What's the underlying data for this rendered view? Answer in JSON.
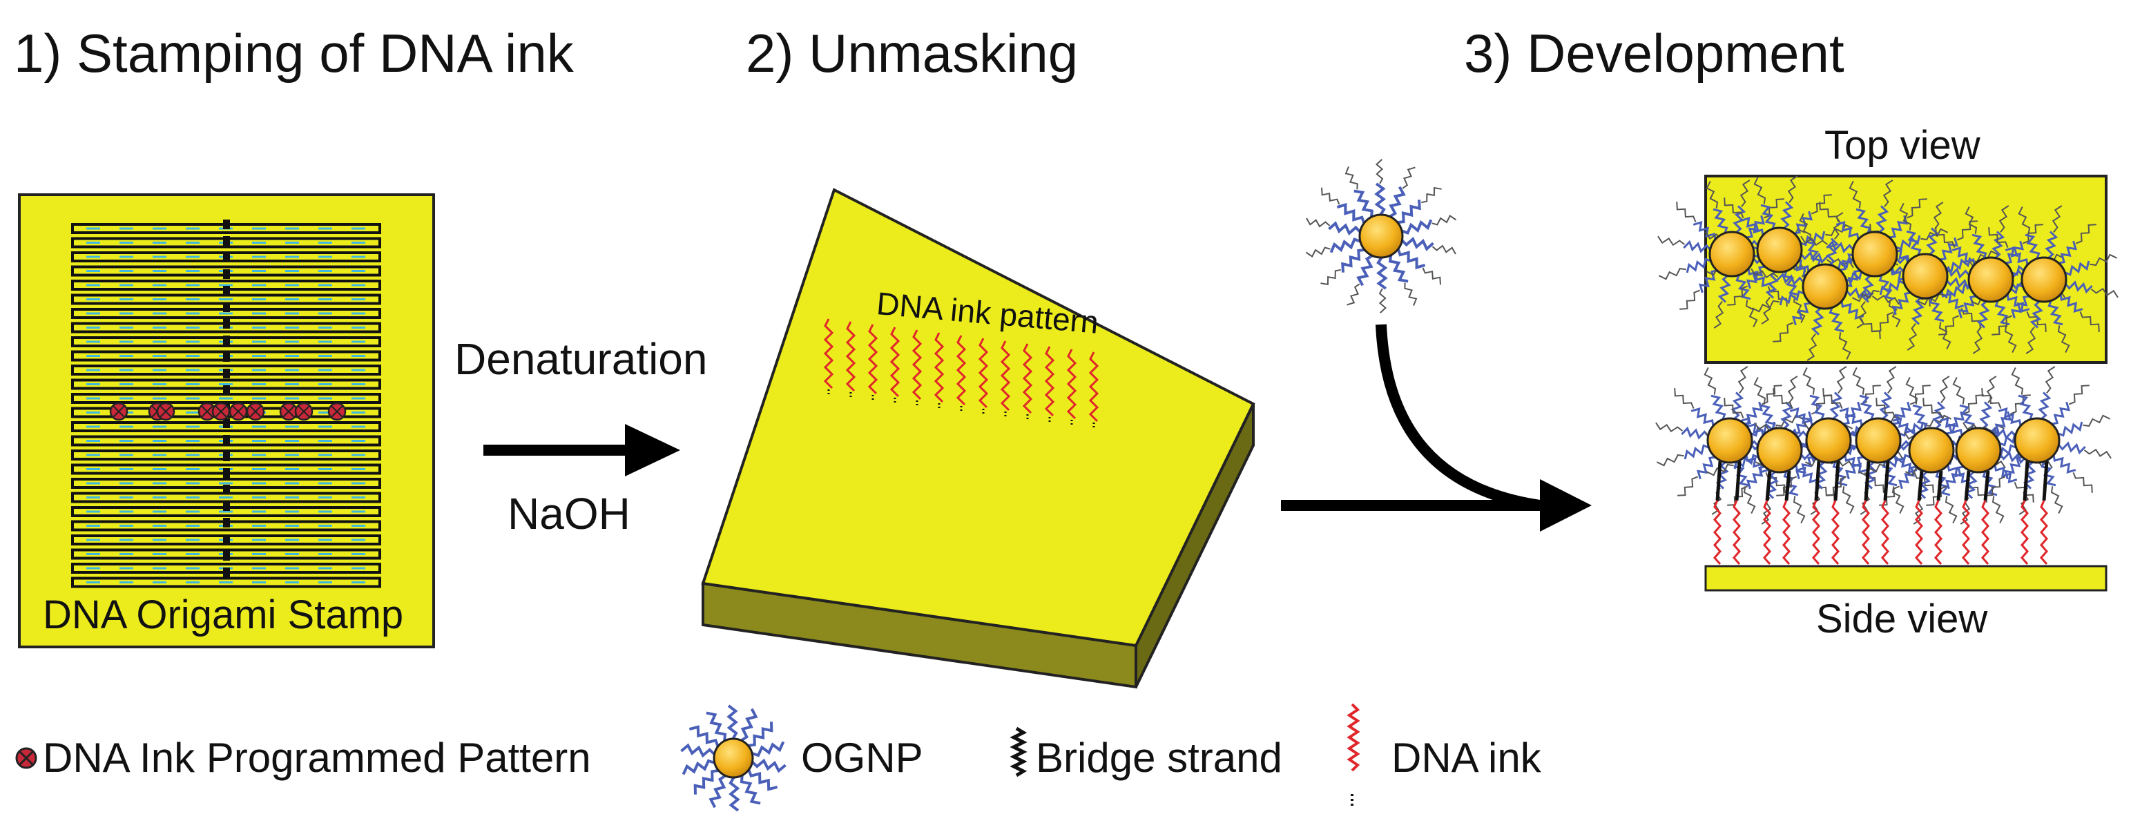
{
  "steps": {
    "step1": "1) Stamping of DNA ink",
    "step2": "2) Unmasking",
    "step3": "3) Development"
  },
  "stamp": {
    "caption": "DNA Origami Stamp"
  },
  "arrow1": {
    "top_label": "Denaturation",
    "bottom_label": "NaOH"
  },
  "slab": {
    "pattern_label": "DNA ink pattern"
  },
  "development": {
    "top_view": "Top view",
    "side_view": "Side view"
  },
  "legend": {
    "pattern": "DNA Ink Programmed Pattern",
    "ognp": "OGNP",
    "bridge": "Bridge strand",
    "ink": "DNA ink"
  },
  "colors": {
    "surface_yellow": "#ecec1c",
    "slab_side": "#8c8a1c",
    "gold_particle": "#f3b21d",
    "ink_red": "#e0262a",
    "ligand_blue": "#4a5fb8",
    "staple_cyan": "#3fb8e0",
    "pattern_dot": "#c9283a"
  }
}
